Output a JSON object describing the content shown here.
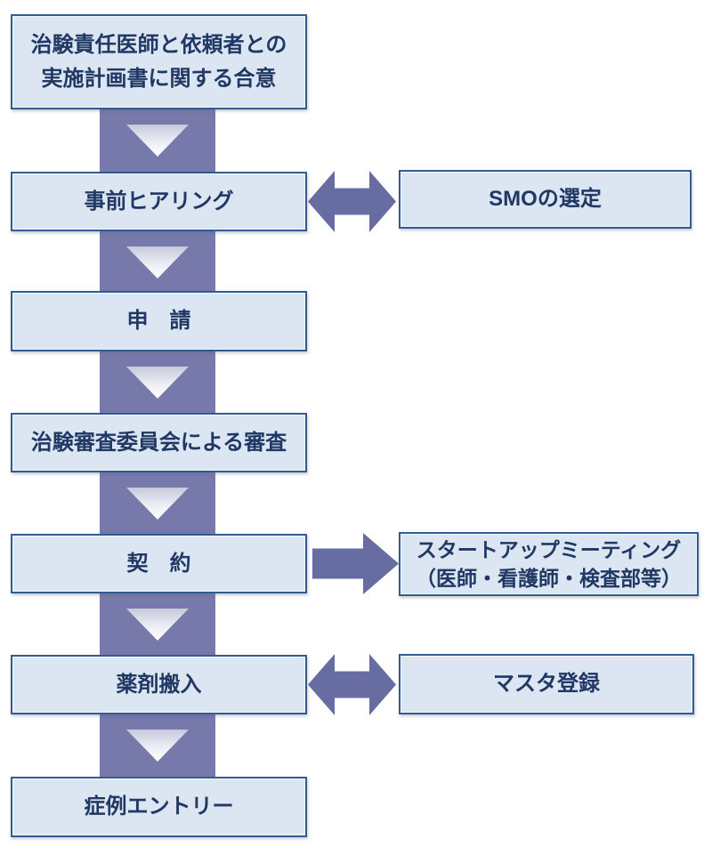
{
  "diagram": {
    "colors": {
      "box_fill": "#dce6f2",
      "box_border": "#305c90",
      "box_text": "#1f3864",
      "band": "#7679aa",
      "arrow": "#676da0"
    },
    "flow_steps": [
      {
        "label": "治験責任医師と依頼者との\n実施計画書に関する合意"
      },
      {
        "label": "事前ヒアリング"
      },
      {
        "label": "申　請"
      },
      {
        "label": "治験審査委員会による審査"
      },
      {
        "label": "契　約"
      },
      {
        "label": "薬剤搬入"
      },
      {
        "label": "症例エントリー"
      }
    ],
    "side_items": [
      {
        "label": "SMOの選定",
        "connector": "double-arrow",
        "connected_step": "事前ヒアリング"
      },
      {
        "label": "スタートアップミーティング\n（医師・看護師・検査部等）",
        "connector": "single-arrow",
        "connected_step": "契　約"
      },
      {
        "label": "マスタ登録",
        "connector": "double-arrow",
        "connected_step": "薬剤搬入"
      }
    ]
  }
}
